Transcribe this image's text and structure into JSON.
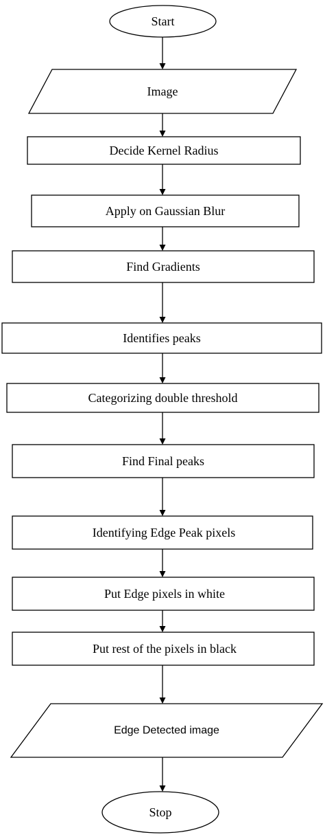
{
  "diagram": {
    "nodes": [
      {
        "id": "start",
        "shape": "terminator",
        "label": "Start"
      },
      {
        "id": "image",
        "shape": "io",
        "label": "Image"
      },
      {
        "id": "kernel",
        "shape": "process",
        "label": "Decide Kernel Radius"
      },
      {
        "id": "blur",
        "shape": "process",
        "label": "Apply on Gaussian Blur"
      },
      {
        "id": "gradients",
        "shape": "process",
        "label": "Find Gradients"
      },
      {
        "id": "peaks",
        "shape": "process",
        "label": "Identifies peaks"
      },
      {
        "id": "threshold",
        "shape": "process",
        "label": "Categorizing double threshold"
      },
      {
        "id": "final-peaks",
        "shape": "process",
        "label": "Find Final peaks"
      },
      {
        "id": "edge-peak",
        "shape": "process",
        "label": "Identifying Edge Peak pixels"
      },
      {
        "id": "white",
        "shape": "process",
        "label": "Put Edge pixels in white"
      },
      {
        "id": "black",
        "shape": "process",
        "label": "Put rest of the pixels in black"
      },
      {
        "id": "output",
        "shape": "io",
        "label": "Edge Detected image"
      },
      {
        "id": "stop",
        "shape": "terminator",
        "label": "Stop"
      }
    ],
    "edges": [
      {
        "from": "start",
        "to": "image"
      },
      {
        "from": "image",
        "to": "kernel"
      },
      {
        "from": "kernel",
        "to": "blur"
      },
      {
        "from": "blur",
        "to": "gradients"
      },
      {
        "from": "gradients",
        "to": "peaks"
      },
      {
        "from": "peaks",
        "to": "threshold"
      },
      {
        "from": "threshold",
        "to": "final-peaks"
      },
      {
        "from": "final-peaks",
        "to": "edge-peak"
      },
      {
        "from": "edge-peak",
        "to": "white"
      },
      {
        "from": "white",
        "to": "black"
      },
      {
        "from": "black",
        "to": "output"
      },
      {
        "from": "output",
        "to": "stop"
      }
    ]
  }
}
